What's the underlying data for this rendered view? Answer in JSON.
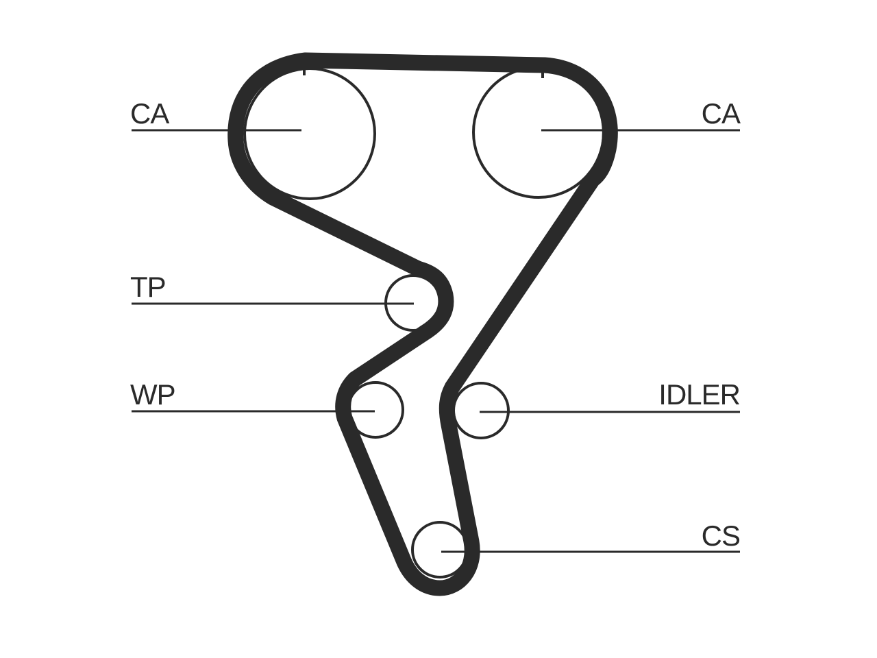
{
  "labels": {
    "cam_left": "CA",
    "cam_right": "CA",
    "tensioner": "TP",
    "water_pump": "WP",
    "idler": "IDLER",
    "crankshaft": "CS"
  },
  "colors": {
    "ink": "#2a2a2a",
    "background": "#ffffff"
  }
}
